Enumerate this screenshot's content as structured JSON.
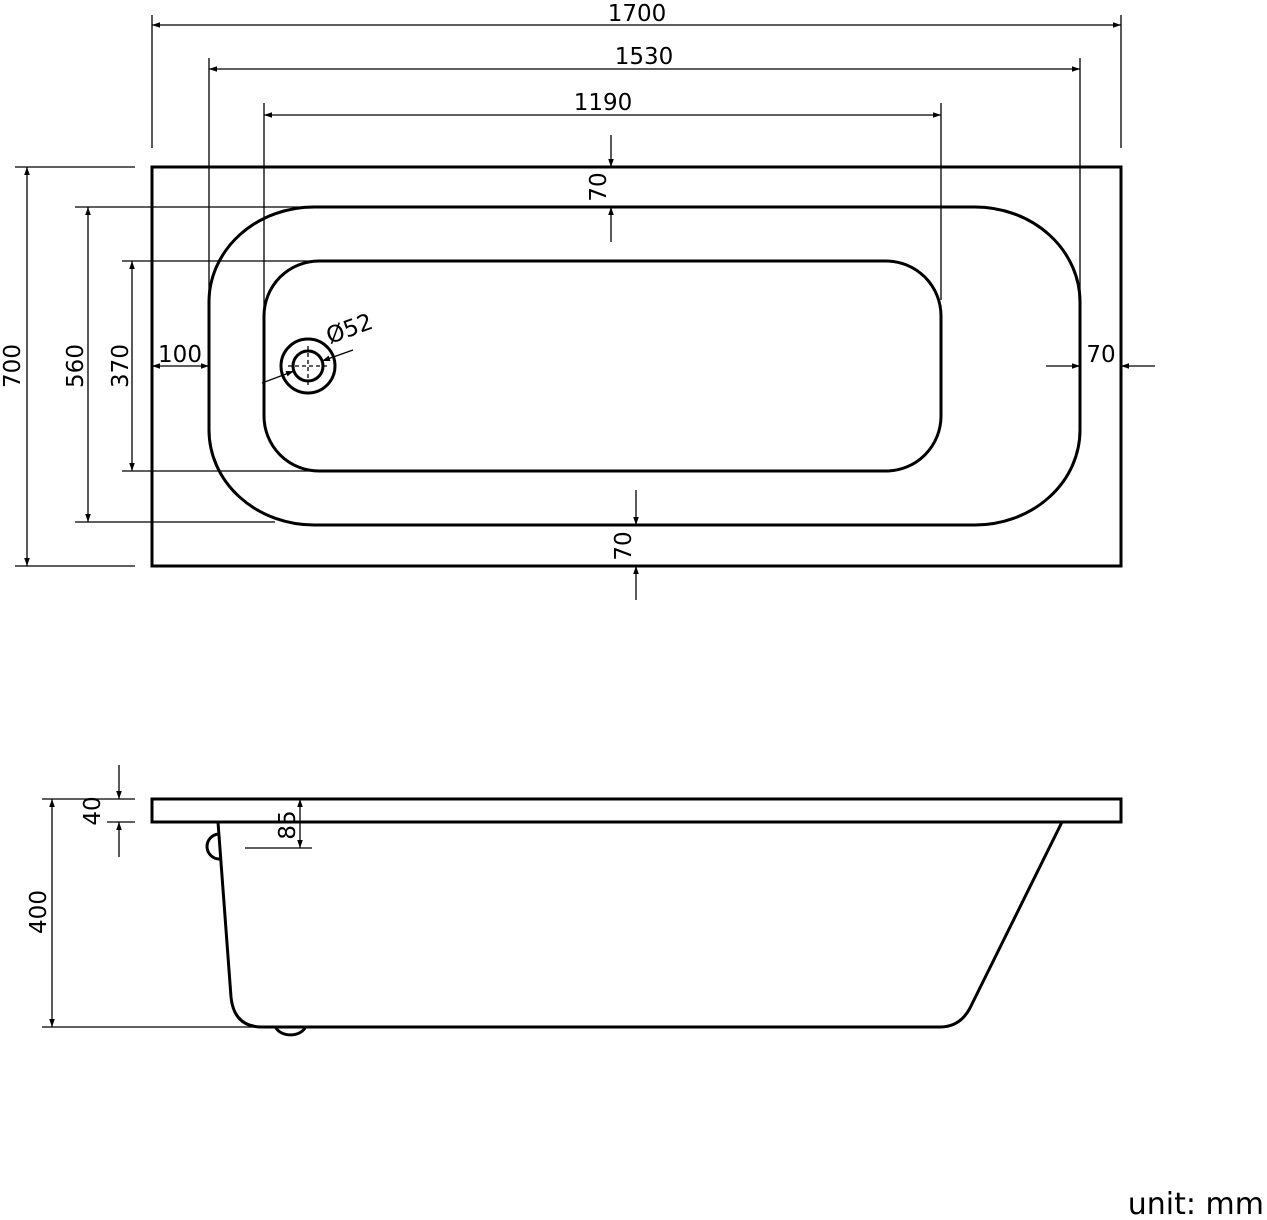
{
  "top_view": {
    "dimensions": {
      "overall_length": "1700",
      "rim_inner_length": "1530",
      "basin_length": "1190",
      "top_rim_width": "70",
      "bottom_rim_width": "70",
      "right_rim_width": "70",
      "left_rim_width": "100",
      "overall_width": "700",
      "rim_inner_width": "560",
      "basin_width": "370",
      "drain_diameter": "Ø52"
    }
  },
  "side_view": {
    "dimensions": {
      "rim_thickness": "40",
      "overall_height": "400",
      "overflow_offset": "85"
    }
  },
  "unit_label": "unit: mm"
}
